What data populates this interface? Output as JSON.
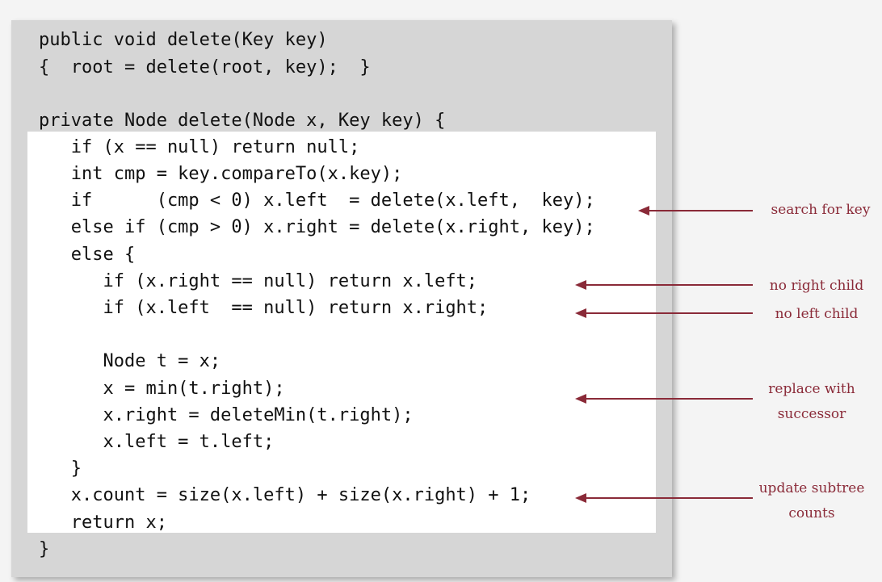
{
  "code": {
    "lines": [
      "public void delete(Key key)",
      "{  root = delete(root, key);  }",
      "",
      "private Node delete(Node x, Key key) {",
      "   if (x == null) return null;",
      "   int cmp = key.compareTo(x.key);",
      "   if      (cmp < 0) x.left  = delete(x.left,  key);",
      "   else if (cmp > 0) x.right = delete(x.right, key);",
      "   else {",
      "      if (x.right == null) return x.left;",
      "      if (x.left  == null) return x.right;",
      "",
      "      Node t = x;",
      "      x = min(t.right);",
      "      x.right = deleteMin(t.right);",
      "      x.left = t.left;",
      "   }",
      "   x.count = size(x.left) + size(x.right) + 1;",
      "   return x;",
      "}"
    ]
  },
  "annotations": [
    {
      "lines": [
        "search for key"
      ]
    },
    {
      "lines": [
        "no right child"
      ]
    },
    {
      "lines": [
        "no left child"
      ]
    },
    {
      "lines": [
        "replace with",
        "successor"
      ]
    },
    {
      "lines": [
        "update subtree",
        "counts"
      ]
    }
  ],
  "colors": {
    "annotation": "#8a2a38",
    "panel": "#d6d6d6",
    "highlight": "#ffffff",
    "background": "#f4f4f4"
  }
}
